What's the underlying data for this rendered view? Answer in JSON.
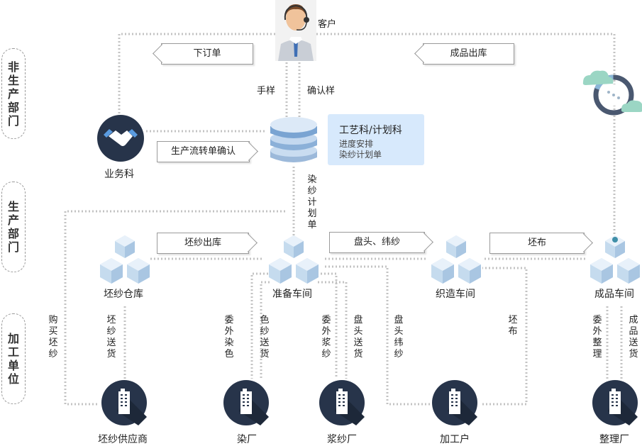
{
  "sections": [
    {
      "id": "non-production",
      "label": "非生产部门"
    },
    {
      "id": "production",
      "label": "生产部门"
    },
    {
      "id": "processing",
      "label": "加工单位"
    }
  ],
  "nodes": {
    "customer": "客户",
    "sales": "业务科",
    "craft": {
      "title": "工艺科/计划科",
      "lines": [
        "进度安排",
        "染纱计划单"
      ]
    },
    "warehouse": "坯纱仓库",
    "prep": "准备车间",
    "weaving": "织造车间",
    "finished": "成品车间",
    "supplier": "坯纱供应商",
    "dye": "染厂",
    "sizing": "浆纱厂",
    "processor": "加工户",
    "finisher": "整理厂"
  },
  "tags": {
    "order": "下订单",
    "ship": "成品出库",
    "transfer": "生产流转单确认",
    "yarn_out": "坯纱出库",
    "beam": "盘头、纬纱",
    "cloth": "坯布"
  },
  "flow_labels": {
    "sample": "手样",
    "confirm": "确认样",
    "dye_plan": "染纱计划单",
    "buy": "购买坯纱",
    "yarn_delivery": "坯纱送货",
    "out_dye": "委外染色",
    "color_delivery": "色纱送货",
    "out_sizing": "委外浆纱",
    "beam_delivery": "盘头送货",
    "beam_weft": "盘头纬纱",
    "greige": "坯布",
    "out_finish": "委外整理",
    "finished_delivery": "成品送货"
  }
}
